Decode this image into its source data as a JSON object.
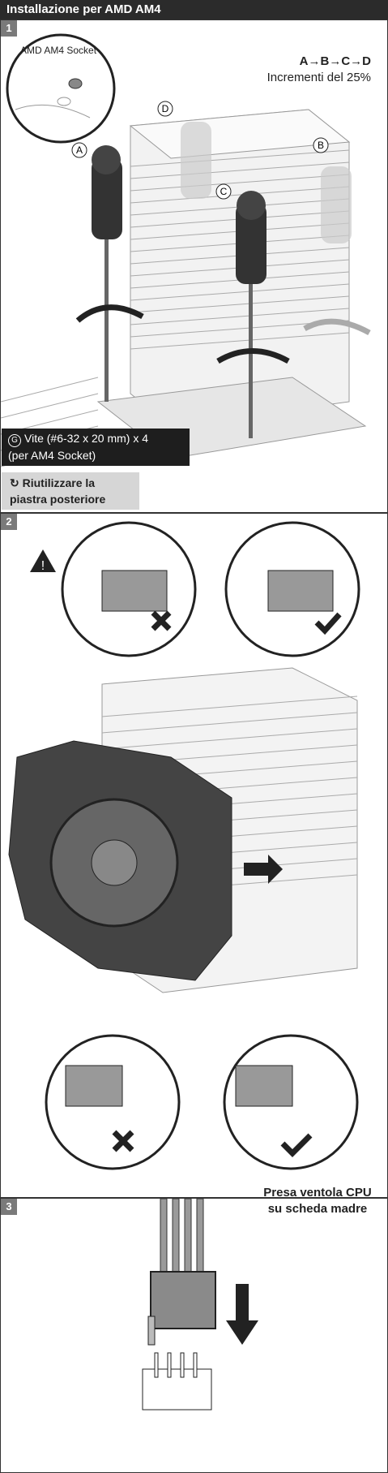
{
  "header": {
    "title": "Installazione per  AMD AM4"
  },
  "step1": {
    "badge": "1",
    "socket_label": "AMD AM4 Socket",
    "sequence": "A→B→C→D",
    "increment": "Incrementi del 25%",
    "screw_labels": [
      "A",
      "B",
      "C",
      "D"
    ],
    "screw_line1": "Vite  (#6-32 x 20 mm) x 4",
    "screw_line2": "(per AM4 Socket)",
    "screw_letter": "G",
    "reuse_line1": "Riutilizzare la",
    "reuse_line2": "piastra posteriore"
  },
  "step2": {
    "badge": "2"
  },
  "step3": {
    "badge": "3",
    "cpu_fan_line1": "Presa ventola CPU",
    "cpu_fan_line2": "su scheda madre"
  }
}
